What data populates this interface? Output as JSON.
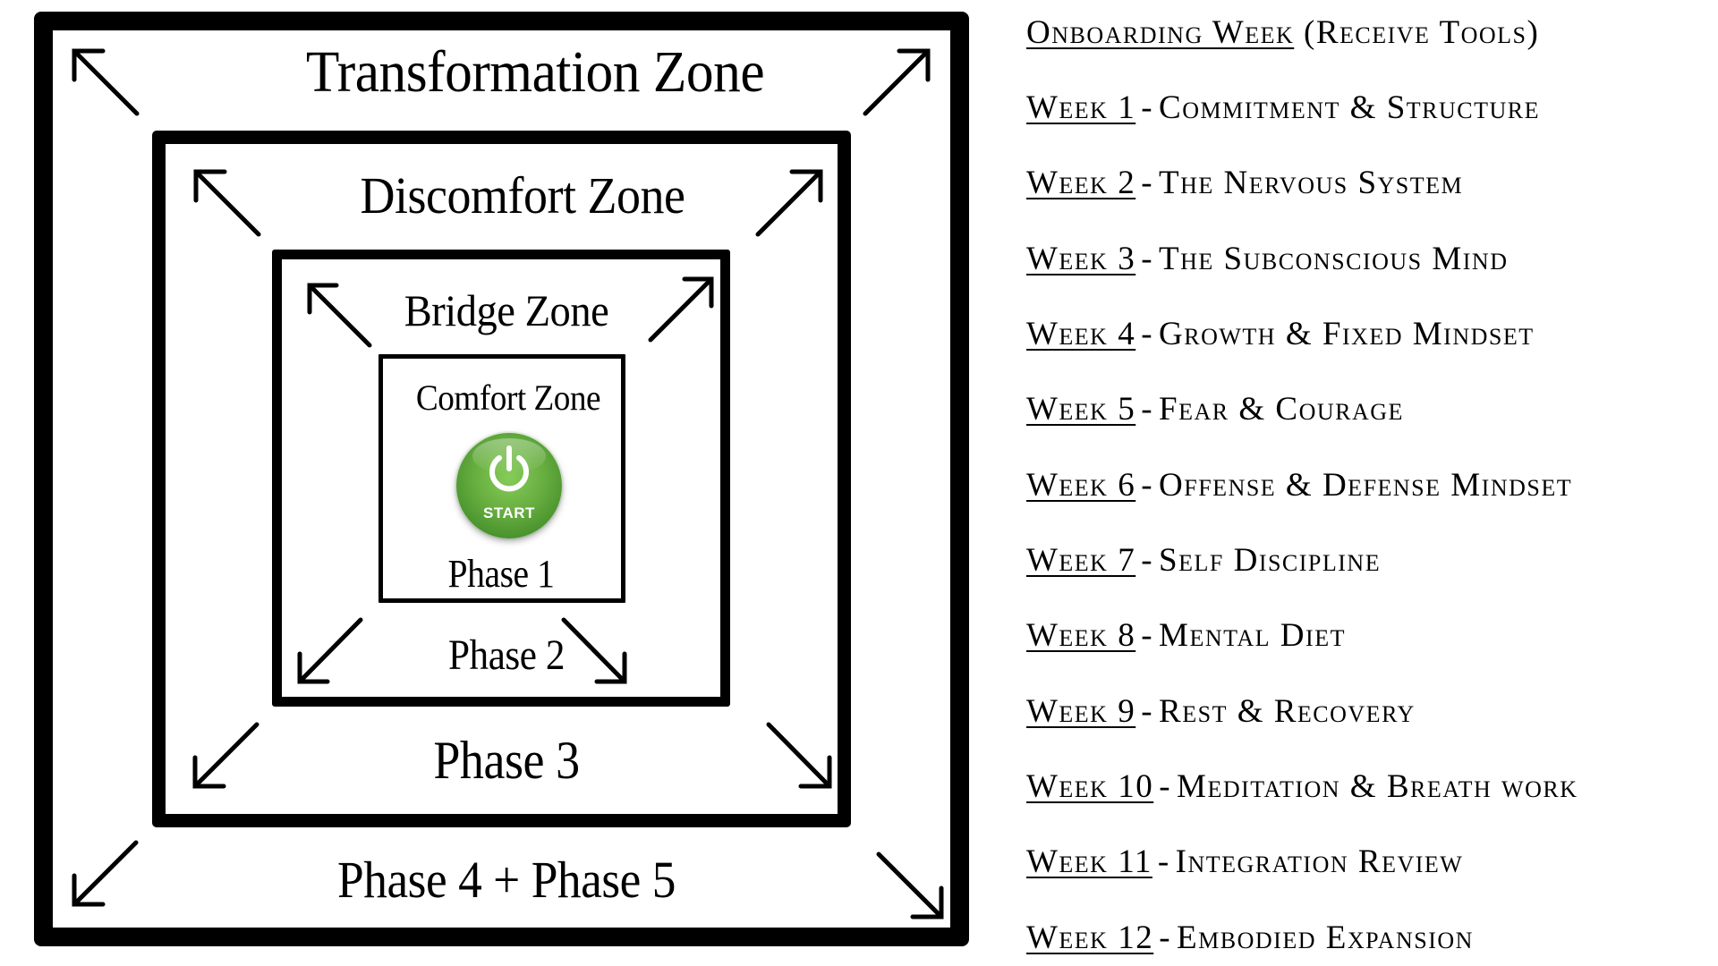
{
  "diagram": {
    "zones": {
      "transformation": "Transformation Zone",
      "discomfort": "Discomfort Zone",
      "bridge": "Bridge Zone",
      "comfort": "Comfort Zone"
    },
    "phases": {
      "phase1": "Phase 1",
      "phase2": "Phase 2",
      "phase3": "Phase 3",
      "phase4_5": "Phase 4 + Phase 5"
    },
    "start_button": {
      "label": "START",
      "icon": "power-icon",
      "color": "#5aa33a"
    },
    "arrow_icon": "expand-arrow-icon"
  },
  "curriculum": {
    "items": [
      {
        "name": "Onboarding Week",
        "separator": "",
        "title": "(Receive Tools)"
      },
      {
        "name": "Week 1",
        "separator": "-",
        "title": "Commitment & Structure"
      },
      {
        "name": "Week 2",
        "separator": "-",
        "title": "The Nervous System"
      },
      {
        "name": "Week 3",
        "separator": "-",
        "title": "The Subconscious Mind"
      },
      {
        "name": "Week 4",
        "separator": "-",
        "title": "Growth & Fixed Mindset"
      },
      {
        "name": "Week 5",
        "separator": "-",
        "title": "Fear & Courage"
      },
      {
        "name": "Week 6",
        "separator": "-",
        "title": "Offense & Defense Mindset"
      },
      {
        "name": "Week 7",
        "separator": "-",
        "title": "Self Discipline"
      },
      {
        "name": "Week 8",
        "separator": "-",
        "title": "Mental Diet"
      },
      {
        "name": "Week 9",
        "separator": "-",
        "title": "Rest & Recovery"
      },
      {
        "name": "Week 10",
        "separator": "-",
        "title": "Meditation & Breath work"
      },
      {
        "name": "Week 11",
        "separator": "-",
        "title": "Integration Review"
      },
      {
        "name": "Week 12",
        "separator": "-",
        "title": "Embodied Expansion"
      }
    ]
  }
}
